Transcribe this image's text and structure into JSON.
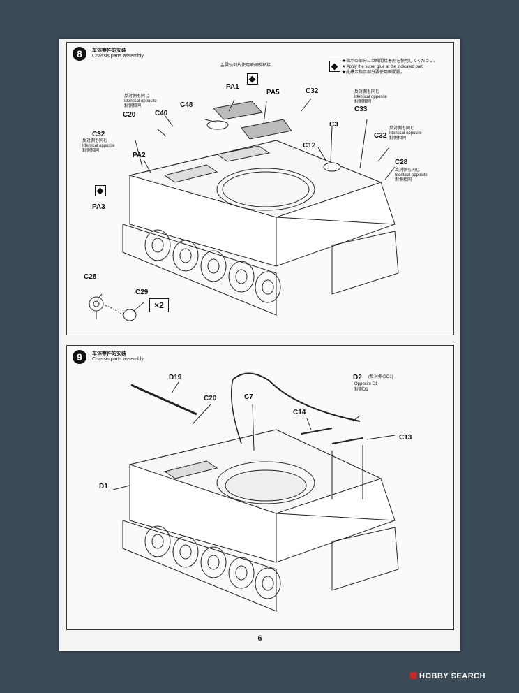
{
  "page_number": "6",
  "steps": [
    {
      "number": "8",
      "title_jp": "车体零件的安装",
      "title_en": "Chassis parts assembly",
      "top_note": "金属蚀刻片使用瞬间胶粘接",
      "glue_note": [
        "★指示の部分には瞬間接着剤を使用してください。",
        "★ Apply the super glue at the indicated part.",
        "★此標示指示部分要使用瞬間膠。"
      ],
      "labels": {
        "pa1": "PA1",
        "pa5": "PA5",
        "c32a": "C32",
        "c48": "C48",
        "c40": "C40",
        "c20": "C20",
        "c32b": "C32",
        "pa2": "PA2",
        "pa3": "PA3",
        "c3": "C3",
        "c12": "C12",
        "c33": "C33",
        "c32c": "C32",
        "c28a": "C28",
        "c28b": "C28",
        "c29": "C29"
      },
      "identical_note": [
        "反対側も同じ",
        "Identical opposite",
        "對側相同"
      ],
      "multiplier": "×2"
    },
    {
      "number": "9",
      "title_jp": "车体零件的安装",
      "title_en": "Chassis parts assembly",
      "labels": {
        "d19": "D19",
        "c20": "C20",
        "c7": "C7",
        "d2": "D2",
        "c14": "C14",
        "c13": "C13",
        "d1": "D1"
      },
      "d2_note": [
        "(反対側のD1)",
        "Opposite D1",
        "對側D1"
      ]
    }
  ],
  "watermark": "HOBBY SEARCH"
}
